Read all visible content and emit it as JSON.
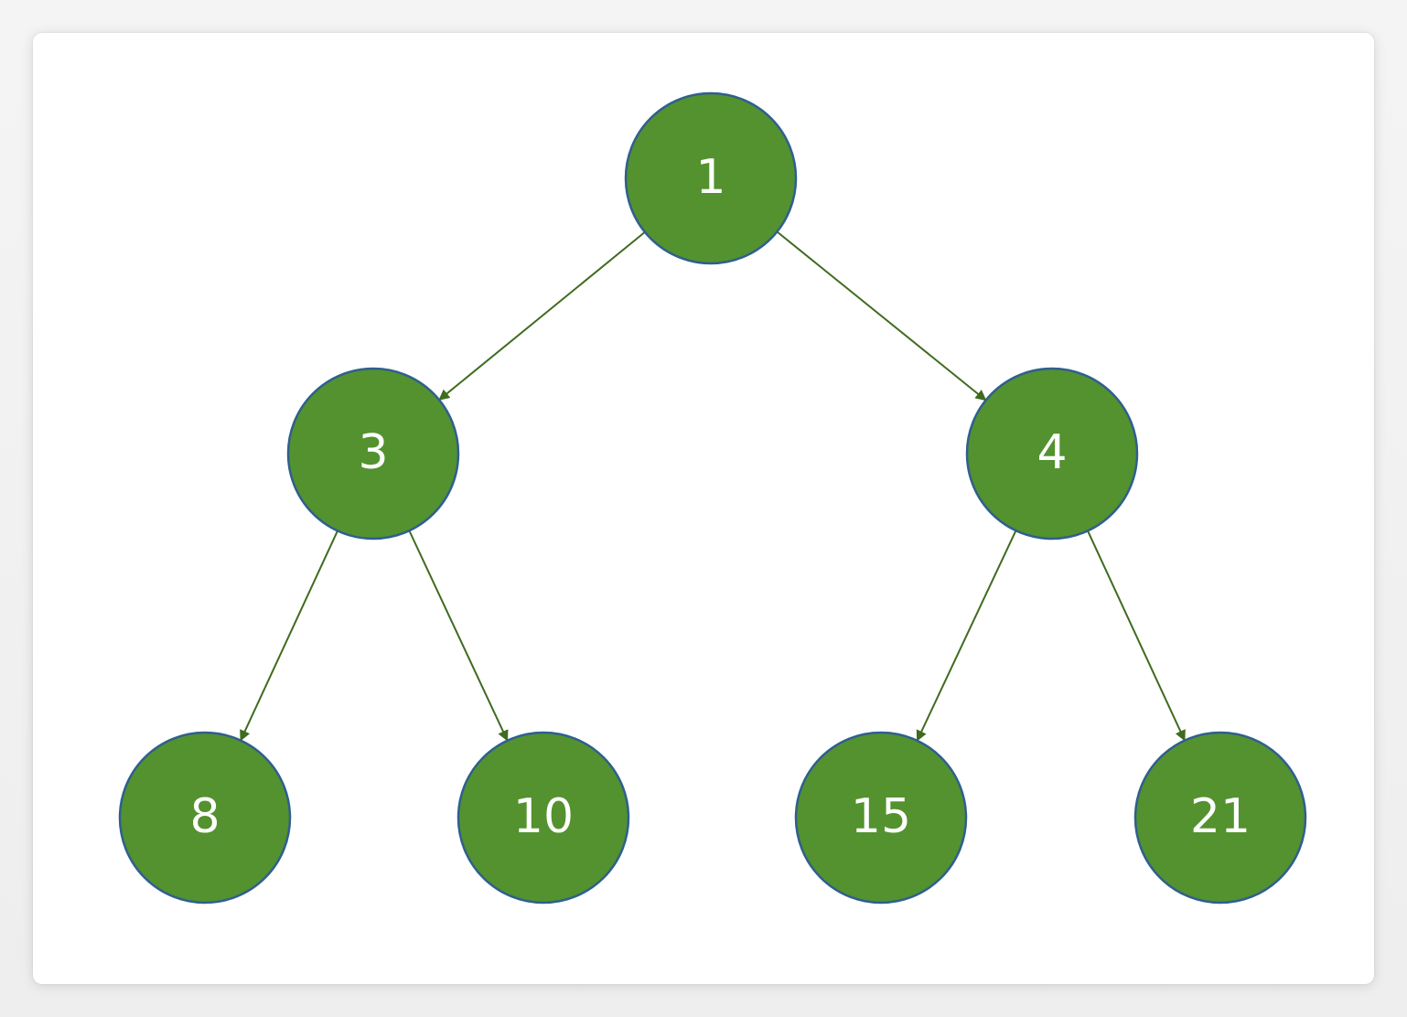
{
  "diagram": {
    "type": "binary-tree",
    "colors": {
      "node_fill": "#53922e",
      "node_stroke": "#2f5f8f",
      "edge": "#3f6b1f",
      "label": "#ffffff"
    },
    "nodes": [
      {
        "id": "n1",
        "label": "1"
      },
      {
        "id": "n3",
        "label": "3"
      },
      {
        "id": "n4",
        "label": "4"
      },
      {
        "id": "n8",
        "label": "8"
      },
      {
        "id": "n10",
        "label": "10"
      },
      {
        "id": "n15",
        "label": "15"
      },
      {
        "id": "n21",
        "label": "21"
      }
    ],
    "edges": [
      {
        "from": "n1",
        "to": "n3"
      },
      {
        "from": "n1",
        "to": "n4"
      },
      {
        "from": "n3",
        "to": "n8"
      },
      {
        "from": "n3",
        "to": "n10"
      },
      {
        "from": "n4",
        "to": "n15"
      },
      {
        "from": "n4",
        "to": "n21"
      }
    ]
  }
}
